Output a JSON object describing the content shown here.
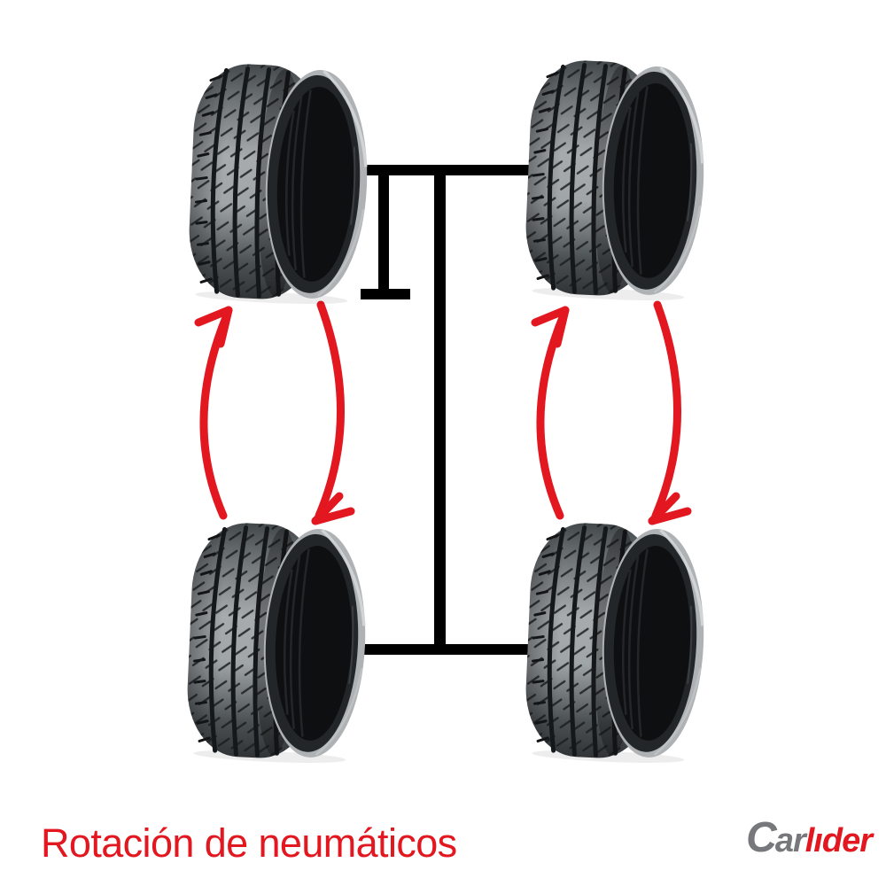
{
  "title": {
    "text": "Rotación de neumáticos"
  },
  "logo": {
    "c": "C",
    "ar": "ar",
    "lider": "lıder"
  },
  "colors": {
    "accent_red": "#e2171f",
    "chassis_black": "#000000",
    "logo_gray": "#77787b",
    "background": "#ffffff",
    "tire_light_gray": "#a7abad",
    "tire_dark": "#141618"
  },
  "diagram": {
    "wheels": [
      {
        "id": "tire-front-left"
      },
      {
        "id": "tire-front-right"
      },
      {
        "id": "tire-rear-left"
      },
      {
        "id": "tire-rear-right"
      }
    ],
    "arrows": [
      {
        "id": "rotation-arrows-left",
        "meaning": "swap front-left and rear-left tires"
      },
      {
        "id": "rotation-arrows-right",
        "meaning": "swap front-right and rear-right tires"
      }
    ]
  }
}
